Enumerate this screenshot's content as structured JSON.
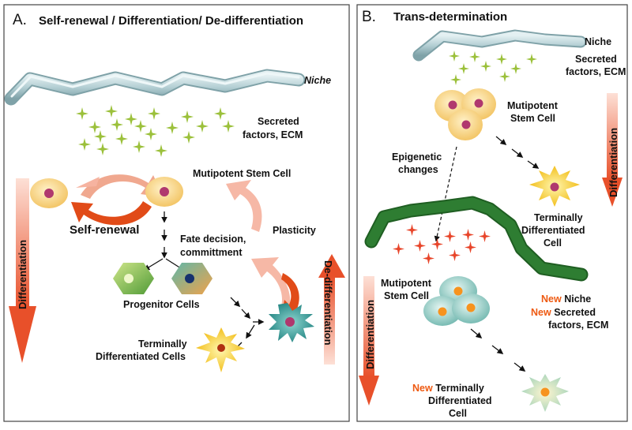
{
  "panel_a": {
    "letter": "A.",
    "title": "Self-renewal / Differentiation/ De-differentiation",
    "niche_label": "Niche",
    "secreted_line1": "Secreted",
    "secreted_line2": "factors, ECM",
    "differentiation": "Differentiation",
    "self_renewal": "Self-renewal",
    "multipotent": "Mutipotent Stem Cell",
    "plasticity": "Plasticity",
    "fate_line1": "Fate decision,",
    "fate_line2": "committment",
    "progenitor": "Progenitor Cells",
    "terminal_line1": "Terminally",
    "terminal_line2": "Differentiated Cells",
    "dedifferentiation": "De-differentiation"
  },
  "panel_b": {
    "letter": "B.",
    "title": "Trans-determination",
    "niche_label": "Niche",
    "secreted_line1": "Secreted",
    "secreted_line2": "factors, ECM",
    "multipotent_line1": "Mutipotent",
    "multipotent_line2": "Stem Cell",
    "differentiation": "Differentiation",
    "epigenetic_line1": "Epigenetic",
    "epigenetic_line2": "changes",
    "terminal_line1": "Terminally",
    "terminal_line2": "Differentiated",
    "terminal_line3": "Cell",
    "multipotent2_line1": "Mutipotent",
    "multipotent2_line2": "Stem Cell",
    "new_word": "New",
    "new_niche": "Niche",
    "new_secreted": "Secreted",
    "new_factors": "factors, ECM",
    "differentiation2": "Differentiation",
    "new_terminal": "Terminally",
    "new_terminal_line2": "Differentiated",
    "new_terminal_line3": "Cell"
  },
  "colors": {
    "niche_tube": "#b4cfd4",
    "green_niche": "#2e7d32",
    "secreted_star": "#9bc03a",
    "red_star": "#e8452a",
    "cell": "#f6cf7a",
    "nucleus": "#b0386e",
    "arrow_orange": "#e65a2a",
    "new_text": "#ee5a12"
  }
}
